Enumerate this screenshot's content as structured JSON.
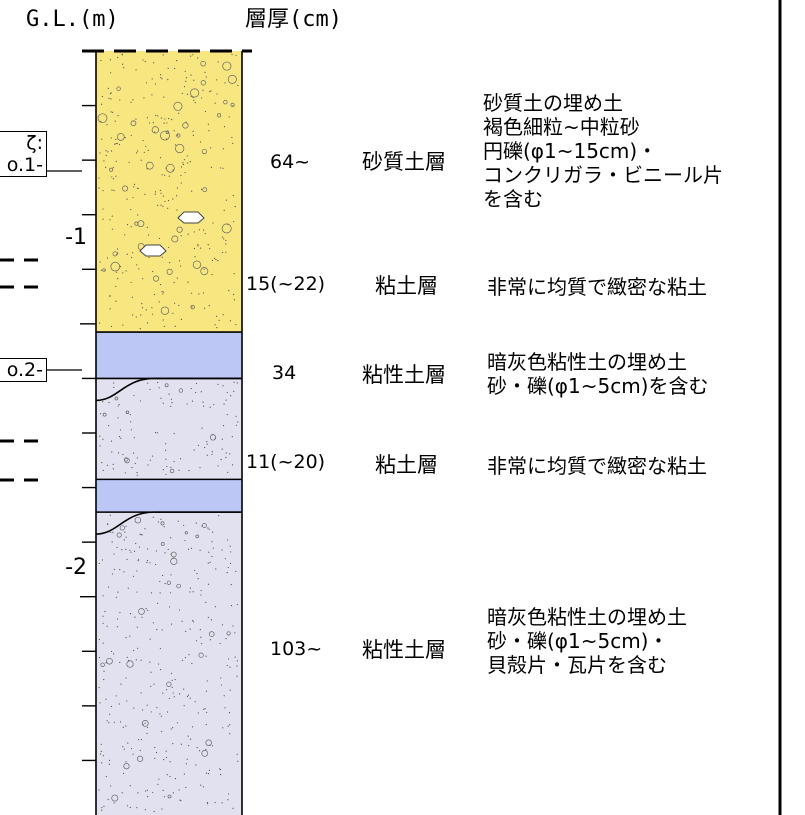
{
  "header": {
    "depth_axis_label": "G.L.(m)",
    "thickness_label": "層厚(cm)"
  },
  "depth_ticks": [
    {
      "label": "-1"
    },
    {
      "label": "-2"
    }
  ],
  "samples": [
    {
      "lines": [
        "ζ:",
        "o.1-"
      ]
    },
    {
      "lines": [
        "o.2-"
      ]
    }
  ],
  "layers": [
    {
      "top_m": 0.0,
      "bottom_m": 1.03,
      "fill": "#f8e681",
      "pattern": "sandy",
      "thickness": "64~",
      "name": "砂質土層",
      "description": [
        "砂質土の埋め土",
        "褐色細粒~中粒砂",
        "円礫(φ1~15cm)・",
        "コンクリガラ・ビニール片",
        "を含む"
      ]
    },
    {
      "top_m": 1.03,
      "bottom_m": 1.2,
      "fill": "#bcc7f6",
      "pattern": "clay",
      "thickness": "15(~22)",
      "name": "粘土層",
      "description": [
        "非常に均質で緻密な粘土"
      ]
    },
    {
      "top_m": 1.2,
      "bottom_m": 1.57,
      "fill": "#e2e1ef",
      "pattern": "silty",
      "thickness": "34",
      "name": "粘性土層",
      "description": [
        "暗灰色粘性土の埋め土",
        "砂・礫(φ1~5cm)を含む"
      ]
    },
    {
      "top_m": 1.57,
      "bottom_m": 1.69,
      "fill": "#bcc7f6",
      "pattern": "clay",
      "thickness": "11(~20)",
      "name": "粘土層",
      "description": [
        "非常に均質で緻密な粘土"
      ]
    },
    {
      "top_m": 1.69,
      "bottom_m": 2.8,
      "fill": "#e2e1ef",
      "pattern": "silty",
      "thickness": "103~",
      "name": "粘性土層",
      "description": [
        "暗灰色粘性土の埋め土",
        "砂・礫(φ1~5cm)・",
        "貝殻片・瓦片を含む"
      ]
    }
  ]
}
